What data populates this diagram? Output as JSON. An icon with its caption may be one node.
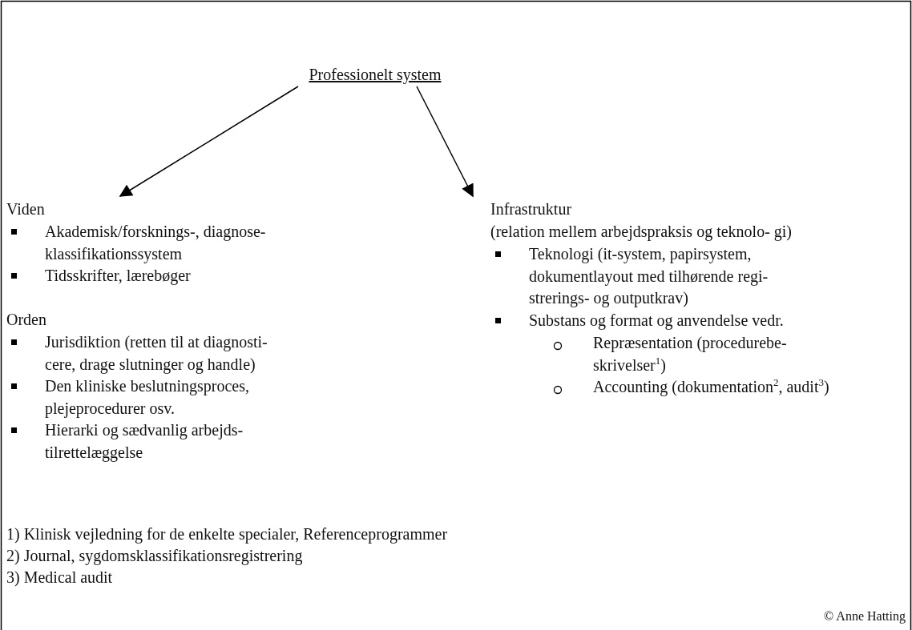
{
  "diagram": {
    "nodes": [
      {
        "text": [
          "Professionelt system"
        ]
      },
      {
        "text": [
          "Viden"
        ]
      },
      {
        "text": [
          "Infrastruktur"
        ]
      }
    ],
    "edges": [
      {
        "from": 0,
        "to": 1,
        "arrow": "to"
      },
      {
        "from": 0,
        "to": 2,
        "arrow": "to"
      }
    ],
    "labels": [
      "Akademisk/forsknings-, diagnose- klassifikationssystem",
      "Tidsskrifter, lærebøger",
      "Orden",
      "Jurisdiktion (retten til at diagnosti- cere, drage slutninger og handle)",
      "Den kliniske beslutningsproces, plejeprocedurer osv.",
      "Hierarki og sædvanlig arbejds- tilrettelæggelse",
      "(relation mellem arbejdspraksis og teknolo- gi)",
      "Teknologi (it-system, papirsystem, dokumentlayout med tilhørende regi- strerings- og outputkrav)",
      "Substans og format og anvendelse vedr.",
      "Repræsentation (procedurebe- skrivelser$^{1}$)",
      "Accounting (dokumentation$^{2}$, audit$^{3}$)",
      "1) Klinisk vejledning for de enkelte specialer, Referenceprogrammer",
      "2) Journal, sygdomsklassifikationsregistrering",
      "3) Medical audit",
      "© Anne Hatting"
    ]
  }
}
